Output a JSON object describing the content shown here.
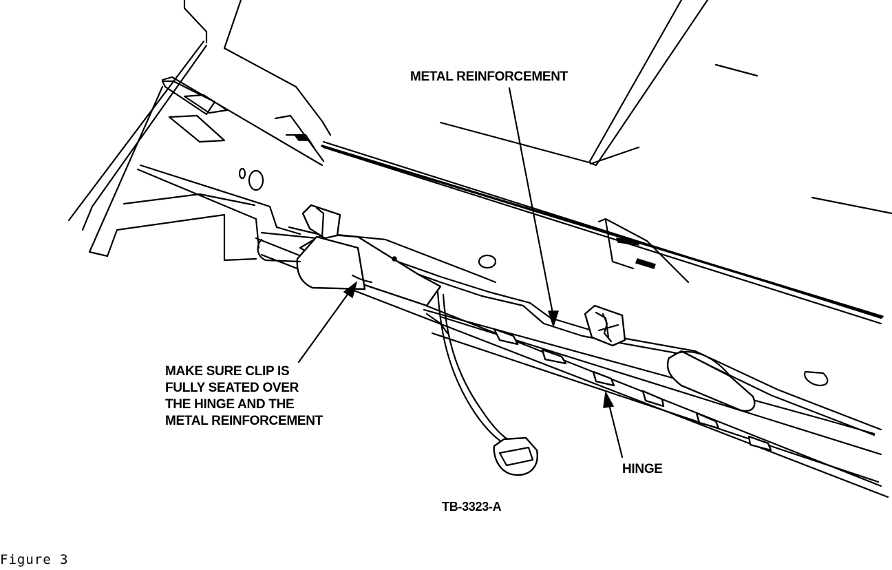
{
  "labels": {
    "metal_reinforcement": "METAL REINFORCEMENT",
    "clip_note": [
      "MAKE SURE CLIP IS",
      "FULLY SEATED OVER",
      "THE HINGE AND THE",
      "METAL REINFORCEMENT"
    ],
    "hinge": "HINGE",
    "drawing_code": "TB-3323-A"
  },
  "caption": "Figure 3"
}
